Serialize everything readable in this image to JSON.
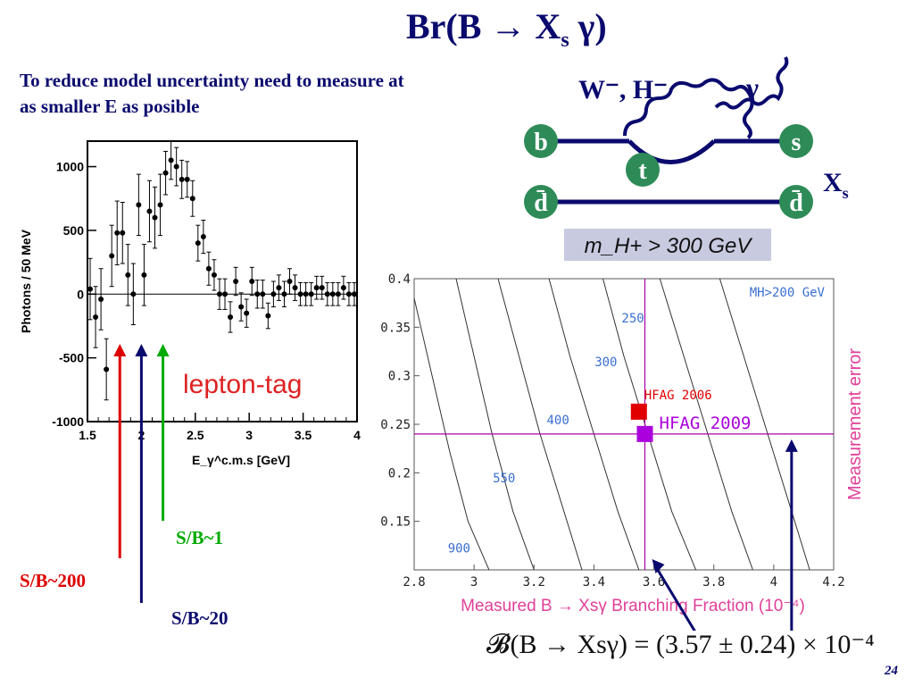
{
  "slide": {
    "title_main": "Br(B → X",
    "title_sub": "s",
    "title_end": " γ)",
    "subtitle": "To reduce model uncertainty need to measure at as smaller E as posible",
    "page_number": "24",
    "sb_labels": [
      {
        "text": "S/B~1",
        "color": "#00aa00"
      },
      {
        "text": "S/B~200",
        "color": "#dd0000"
      },
      {
        "text": "S/B~20",
        "color": "#0a0a6e"
      }
    ],
    "result": "𝓑(B → Xsγ) = (3.57 ± 0.24) × 10⁻⁴"
  },
  "diagram": {
    "boson_label": "W⁻, H⁻",
    "photon_label": "γ",
    "quarks": [
      "b",
      "s",
      "t",
      "d̄",
      "d̄"
    ],
    "xs_label": "X",
    "xs_sub": "s",
    "mass_limit": "m_H+ > 300 GeV",
    "colors": {
      "quark_fill": "#2e8b57",
      "line": "#0a0a6e",
      "mass_box": "#c8cbe0"
    }
  },
  "chart_data": [
    {
      "type": "scatter",
      "xlabel": "E_γ^c.m.s [GeV]",
      "ylabel": "Photons / 50 MeV",
      "annotation": "lepton-tag",
      "xlim": [
        1.5,
        4.0
      ],
      "ylim": [
        -1000,
        1200
      ],
      "xticks": [
        "1.5",
        "2",
        "2.5",
        "3",
        "3.5",
        "4"
      ],
      "yticks": [
        "1000",
        "500",
        "0",
        "-500",
        "-1000"
      ],
      "x": [
        1.525,
        1.575,
        1.625,
        1.675,
        1.725,
        1.775,
        1.825,
        1.875,
        1.925,
        1.975,
        2.025,
        2.075,
        2.125,
        2.175,
        2.225,
        2.275,
        2.325,
        2.375,
        2.425,
        2.475,
        2.525,
        2.575,
        2.625,
        2.675,
        2.725,
        2.775,
        2.825,
        2.875,
        2.925,
        2.975,
        3.025,
        3.075,
        3.125,
        3.175,
        3.225,
        3.275,
        3.325,
        3.375,
        3.425,
        3.475,
        3.525,
        3.575,
        3.625,
        3.675,
        3.725,
        3.775,
        3.825,
        3.875,
        3.925,
        3.975
      ],
      "y": [
        40,
        -180,
        -40,
        -590,
        300,
        480,
        480,
        150,
        0,
        700,
        150,
        650,
        600,
        700,
        950,
        1050,
        1000,
        900,
        900,
        750,
        400,
        450,
        200,
        150,
        0,
        0,
        -180,
        100,
        -100,
        -150,
        100,
        0,
        0,
        -170,
        0,
        50,
        0,
        100,
        50,
        0,
        0,
        0,
        50,
        50,
        0,
        0,
        0,
        50,
        0,
        0
      ],
      "err": [
        240,
        240,
        240,
        240,
        240,
        250,
        240,
        240,
        240,
        240,
        240,
        240,
        240,
        240,
        170,
        150,
        150,
        150,
        140,
        140,
        140,
        130,
        130,
        120,
        120,
        120,
        120,
        110,
        110,
        110,
        110,
        110,
        110,
        100,
        100,
        100,
        100,
        100,
        100,
        90,
        90,
        90,
        90,
        90,
        90,
        90,
        90,
        90,
        90,
        90
      ],
      "arrows": [
        {
          "x": 1.8,
          "label": "S/B~200",
          "color": "#dd0000"
        },
        {
          "x": 2.0,
          "label": "S/B~20",
          "color": "#0a0a6e"
        },
        {
          "x": 2.2,
          "label": "S/B~1",
          "color": "#00aa00"
        }
      ]
    },
    {
      "type": "line",
      "xlabel": "Measured B → Xsγ Branching Fraction (10⁻⁴)",
      "ylabel": "Measurement error",
      "xlim": [
        2.8,
        4.2
      ],
      "ylim": [
        0.1,
        0.4
      ],
      "xticks": [
        "2.8",
        "3",
        "3.2",
        "3.4",
        "3.6",
        "3.8",
        "4",
        "4.2"
      ],
      "yticks": [
        "0.4",
        "0.35",
        "0.3",
        "0.25",
        "0.2",
        "0.15"
      ],
      "ytick_values": [
        0.4,
        0.35,
        0.3,
        0.25,
        0.2,
        0.15
      ],
      "xtick_values": [
        2.8,
        3.0,
        3.2,
        3.4,
        3.6,
        3.8,
        4.0,
        4.2
      ],
      "crosshair": {
        "x": 3.57,
        "y": 0.24
      },
      "points": [
        {
          "name": "HFAG 2006",
          "x": 3.55,
          "y": 0.263,
          "color": "#e00000"
        },
        {
          "name": "HFAG 2009",
          "x": 3.57,
          "y": 0.24,
          "color": "#aa00dd"
        }
      ],
      "mass_label": "MH>200 GeV",
      "contour_labels": [
        {
          "text": "250",
          "x": 3.53,
          "y": 0.355
        },
        {
          "text": "300",
          "x": 3.44,
          "y": 0.31
        },
        {
          "text": "400",
          "x": 3.28,
          "y": 0.25
        },
        {
          "text": "550",
          "x": 3.1,
          "y": 0.19
        },
        {
          "text": "900",
          "x": 2.95,
          "y": 0.118
        }
      ],
      "curves": [
        [
          [
            2.8,
            0.38
          ],
          [
            2.86,
            0.3
          ],
          [
            2.92,
            0.22
          ],
          [
            2.98,
            0.15
          ],
          [
            3.05,
            0.1
          ]
        ],
        [
          [
            2.94,
            0.4
          ],
          [
            3.0,
            0.32
          ],
          [
            3.06,
            0.24
          ],
          [
            3.13,
            0.16
          ],
          [
            3.2,
            0.1
          ]
        ],
        [
          [
            3.08,
            0.4
          ],
          [
            3.15,
            0.32
          ],
          [
            3.22,
            0.24
          ],
          [
            3.3,
            0.16
          ],
          [
            3.36,
            0.1
          ]
        ],
        [
          [
            3.25,
            0.4
          ],
          [
            3.32,
            0.32
          ],
          [
            3.4,
            0.24
          ],
          [
            3.48,
            0.16
          ],
          [
            3.55,
            0.1
          ]
        ],
        [
          [
            3.43,
            0.4
          ],
          [
            3.5,
            0.32
          ],
          [
            3.58,
            0.24
          ],
          [
            3.66,
            0.16
          ],
          [
            3.74,
            0.1
          ]
        ],
        [
          [
            3.62,
            0.4
          ],
          [
            3.7,
            0.32
          ],
          [
            3.78,
            0.24
          ],
          [
            3.86,
            0.16
          ],
          [
            3.93,
            0.1
          ]
        ],
        [
          [
            3.82,
            0.4
          ],
          [
            3.9,
            0.32
          ],
          [
            3.98,
            0.24
          ],
          [
            4.06,
            0.16
          ],
          [
            4.12,
            0.1
          ]
        ]
      ]
    }
  ]
}
